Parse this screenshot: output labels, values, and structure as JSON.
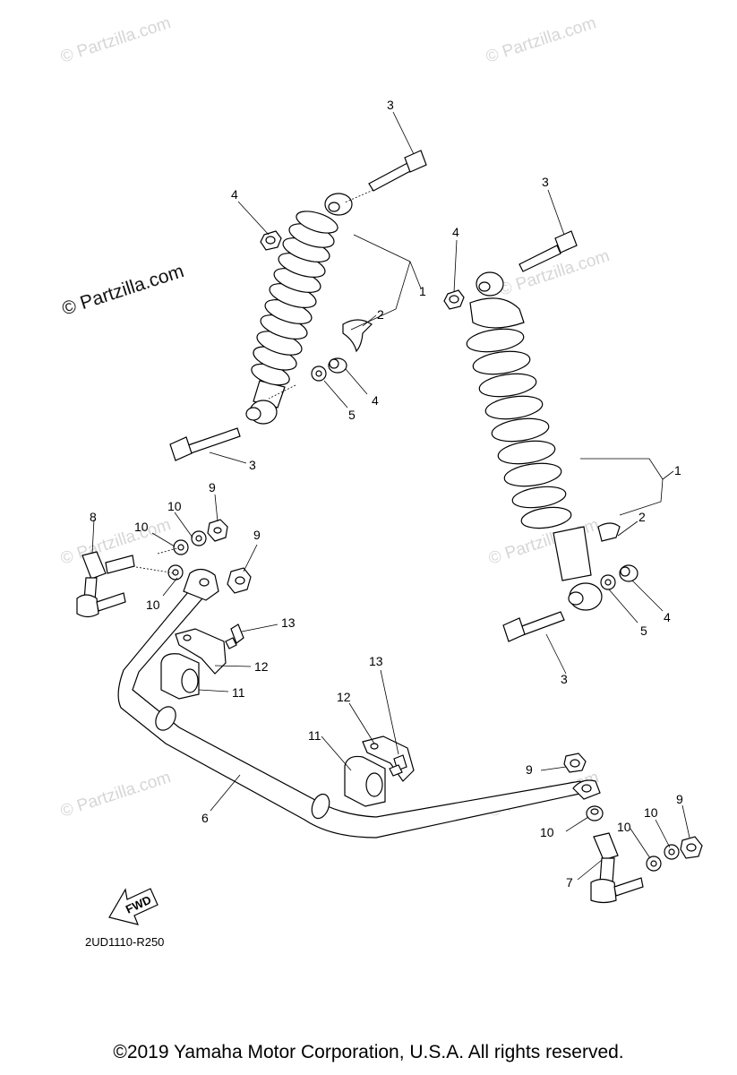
{
  "watermarks": {
    "main": "© Partzilla.com",
    "faint": "© Partzilla.com"
  },
  "callouts": {
    "one": "1",
    "two": "2",
    "three": "3",
    "four": "4",
    "five": "5",
    "six": "6",
    "seven": "7",
    "eight": "8",
    "nine": "9",
    "ten": "10",
    "eleven": "11",
    "twelve": "12",
    "thirteen": "13"
  },
  "fwd_label": "FWD",
  "diagram_code": "2UD1110-R250",
  "copyright": "©2019  Yamaha Motor Corporation, U.S.A. All rights reserved."
}
